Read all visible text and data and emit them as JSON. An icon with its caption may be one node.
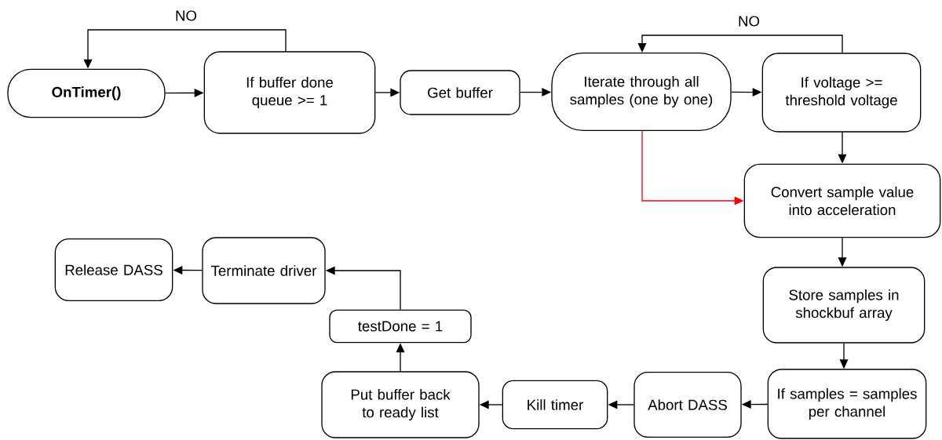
{
  "diagram": {
    "nodes": [
      {
        "text": [
          "OnTimer()"
        ]
      },
      {
        "text": [
          "If buffer done queue >= 1"
        ]
      },
      {
        "text": [
          "Get buffer"
        ]
      },
      {
        "text": [
          "Iterate through all samples (one by one)"
        ]
      },
      {
        "text": [
          "If voltage >= threshold voltage"
        ]
      },
      {
        "text": [
          "Convert sample value into acceleration"
        ]
      },
      {
        "text": [
          "Store samples in shockbuf array"
        ]
      },
      {
        "text": [
          "If samples = samples per channel"
        ]
      },
      {
        "text": [
          "Abort DASS"
        ]
      },
      {
        "text": [
          "Kill timer"
        ]
      },
      {
        "text": [
          "Put buffer back to ready list"
        ]
      },
      {
        "text": [
          "testDone = 1"
        ]
      },
      {
        "text": [
          "Terminate driver"
        ]
      },
      {
        "text": [
          "Release DASS"
        ]
      }
    ],
    "edges": [
      {
        "from": 0,
        "to": 1,
        "arrow": "to"
      },
      {
        "from": 1,
        "to": 0,
        "arrow": "to",
        "label": "NO"
      },
      {
        "from": 1,
        "to": 2,
        "arrow": "to"
      },
      {
        "from": 2,
        "to": 3,
        "arrow": "to"
      },
      {
        "from": 3,
        "to": 4,
        "arrow": "to"
      },
      {
        "from": 4,
        "to": 3,
        "arrow": "to",
        "label": "NO"
      },
      {
        "from": 4,
        "to": 5,
        "arrow": "to"
      },
      {
        "from": 3,
        "to": 5,
        "arrow": "to",
        "color": "#ff0000"
      },
      {
        "from": 5,
        "to": 6,
        "arrow": "to"
      },
      {
        "from": 6,
        "to": 7,
        "arrow": "to"
      },
      {
        "from": 7,
        "to": 8,
        "arrow": "to"
      },
      {
        "from": 8,
        "to": 9,
        "arrow": "to"
      },
      {
        "from": 9,
        "to": 10,
        "arrow": "to"
      },
      {
        "from": 10,
        "to": 11,
        "arrow": "to"
      },
      {
        "from": 11,
        "to": 12,
        "arrow": "to"
      },
      {
        "from": 12,
        "to": 13,
        "arrow": "to"
      }
    ]
  }
}
